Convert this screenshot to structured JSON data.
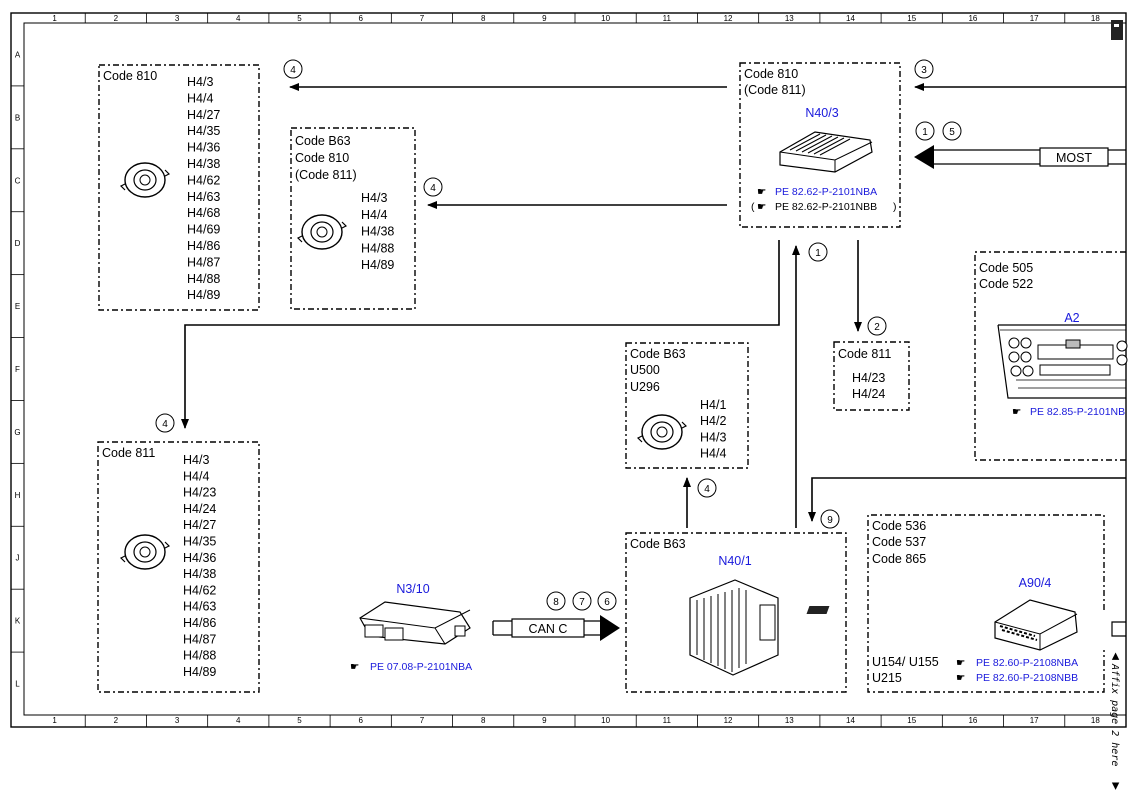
{
  "grid": {
    "columns": [
      "1",
      "2",
      "3",
      "4",
      "5",
      "6",
      "7",
      "8",
      "9",
      "10",
      "11",
      "12",
      "13",
      "14",
      "15",
      "16",
      "17",
      "18"
    ],
    "rows": [
      "A",
      "B",
      "C",
      "D",
      "E",
      "F",
      "G",
      "H",
      "J",
      "K",
      "L"
    ]
  },
  "boxes": {
    "top_left": {
      "codes": [
        "Code 810"
      ],
      "speakers": [
        "H4/3",
        "H4/4",
        "H4/27",
        "H4/35",
        "H4/36",
        "H4/38",
        "H4/62",
        "H4/63",
        "H4/68",
        "H4/69",
        "H4/86",
        "H4/87",
        "H4/88",
        "H4/89"
      ]
    },
    "mid_left": {
      "codes": [
        "Code B63",
        "Code 810",
        "(Code 811)"
      ],
      "speakers": [
        "H4/3",
        "H4/4",
        "H4/38",
        "H4/88",
        "H4/89"
      ]
    },
    "n40_3": {
      "codes": [
        "Code 810",
        "(Code 811)"
      ],
      "component": "N40/3",
      "refs": [
        "PE 82.62-P-2101NBA",
        "PE 82.62-P-2101NBB"
      ]
    },
    "code811_small": {
      "codes": [
        "Code 811"
      ],
      "speakers": [
        "H4/23",
        "H4/24"
      ]
    },
    "a2": {
      "codes": [
        "Code 505",
        "Code 522"
      ],
      "component": "A2",
      "ref": "PE 82.85-P-2101NB"
    },
    "b63_upper": {
      "codes": [
        "Code B63",
        "U500",
        "U296"
      ],
      "speakers": [
        "H4/1",
        "H4/2",
        "H4/3",
        "H4/4"
      ]
    },
    "bottom_left": {
      "codes": [
        "Code 811"
      ],
      "speakers": [
        "H4/3",
        "H4/4",
        "H4/23",
        "H4/24",
        "H4/27",
        "H4/35",
        "H4/36",
        "H4/38",
        "H4/62",
        "H4/63",
        "H4/86",
        "H4/87",
        "H4/88",
        "H4/89"
      ]
    },
    "n40_1": {
      "codes": [
        "Code B63"
      ],
      "component": "N40/1"
    },
    "a90_4": {
      "codes": [
        "Code 536",
        "Code 537",
        "Code 865"
      ],
      "component": "A90/4",
      "variants": [
        "U154/ U155",
        "U215"
      ],
      "refs": [
        "PE 82.60-P-2108NBA",
        "PE 82.60-P-2108NBB"
      ]
    },
    "n3_10": {
      "component": "N3/10",
      "ref": "PE 07.08-P-2101NBA"
    }
  },
  "buses": {
    "most": "MOST",
    "can": "CAN C"
  },
  "markers": {
    "m_top_left": "4",
    "m_top_right": "3",
    "m_most_a": "1",
    "m_most_b": "5",
    "m_mid": "4",
    "m_down_right": "1",
    "m_code811": "2",
    "m_bottom_left": "4",
    "m_b63": "4",
    "m_nine": "9",
    "m_can_a": "8",
    "m_can_b": "7",
    "m_can_c": "6"
  },
  "side_note": "Affix page 2 here"
}
